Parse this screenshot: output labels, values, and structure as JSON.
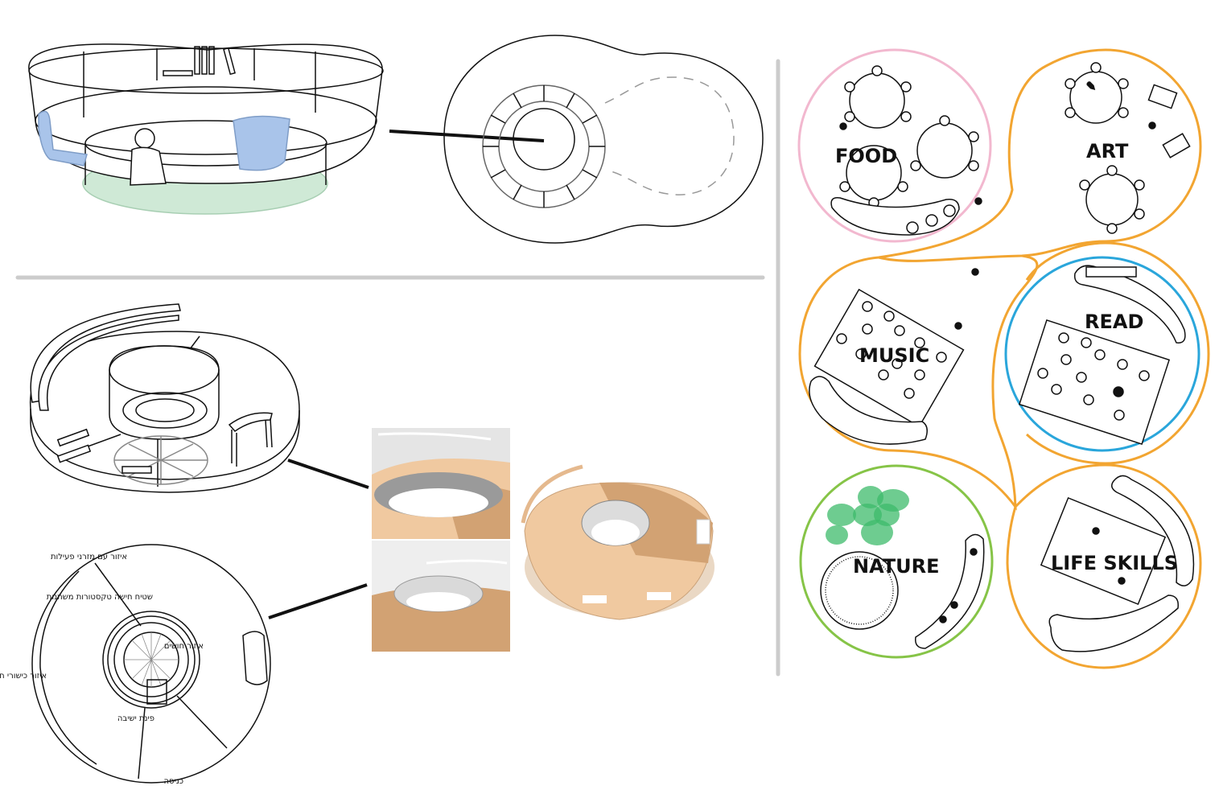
{
  "plan_labels": {
    "activity_zone": "איזור עם מזרני פעילות",
    "texture_area": "שטיח חישה טקסטורות משתנות",
    "sensory_zone": "איזור חושים",
    "life_skills_zone": "איזור כישורי חיים",
    "seating_corner": "פינת ישיבה",
    "entrance": "כניסה"
  },
  "zones": {
    "food": "FOOD",
    "art": "ART",
    "music": "MUSIC",
    "read": "READ",
    "nature": "NATURE",
    "life_skills": "LIFE SKILLS"
  },
  "colors": {
    "food": "#f2b8cf",
    "art": "#f2a531",
    "music": "#f2a531",
    "read": "#2aa6db",
    "nature": "#86c447",
    "life_skills": "#f2a531",
    "divider": "#cccccc",
    "chair_blue": "#a9c4ea",
    "floor_green": "#cfe9d6",
    "nature_green": "#3dbb6b",
    "wood": "#f0c9a0",
    "cork": "#d2a273"
  }
}
